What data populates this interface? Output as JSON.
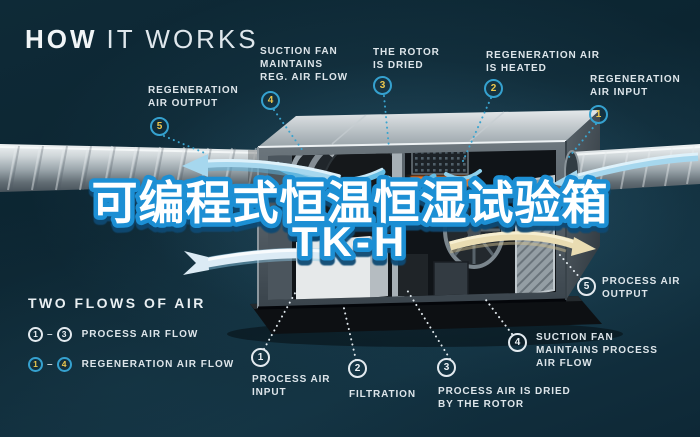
{
  "title": {
    "word_bold": "HOW",
    "word_light": "IT WORKS"
  },
  "headline": {
    "line1": "可编程式恒温恒湿试验箱",
    "line2": "TK-H"
  },
  "legend": {
    "heading": "TWO FLOWS OF AIR",
    "separator": "–",
    "rows": [
      {
        "from": "1",
        "to": "3",
        "label": "PROCESS AIR FLOW"
      },
      {
        "from": "1",
        "to": "4",
        "label": "REGENERATION AIR FLOW"
      }
    ]
  },
  "callouts": {
    "regeneration": [
      {
        "num": "1",
        "label": "REGENERATION\nAIR INPUT"
      },
      {
        "num": "2",
        "label": "REGENERATION AIR\nIS HEATED"
      },
      {
        "num": "3",
        "label": "THE ROTOR\nIS DRIED"
      },
      {
        "num": "4",
        "label": "SUCTION FAN\nMAINTAINS\nREG. AIR FLOW"
      },
      {
        "num": "5",
        "label": "REGENERATION\nAIR OUTPUT"
      }
    ],
    "process": [
      {
        "num": "1",
        "label": "PROCESS AIR\nINPUT"
      },
      {
        "num": "2",
        "label": "FILTRATION"
      },
      {
        "num": "3",
        "label": "PROCESS AIR IS DRIED\nBY THE ROTOR"
      },
      {
        "num": "4",
        "label": "SUCTION FAN\nMAINTAINS PROCESS\nAIR FLOW"
      },
      {
        "num": "5",
        "label": "PROCESS AIR\nOUTPUT"
      }
    ]
  },
  "colors": {
    "background": "#0d2733",
    "regen_accent": "#35a1cf",
    "regen_number": "#ecc84d",
    "process_accent": "#e3eaef",
    "headline_fill": "#ffffff",
    "headline_stroke": "#1d8fd4",
    "flow_blue": "#a6d7ee",
    "flow_cream": "#e9dcb2",
    "heater_orange": "#e4772a"
  }
}
